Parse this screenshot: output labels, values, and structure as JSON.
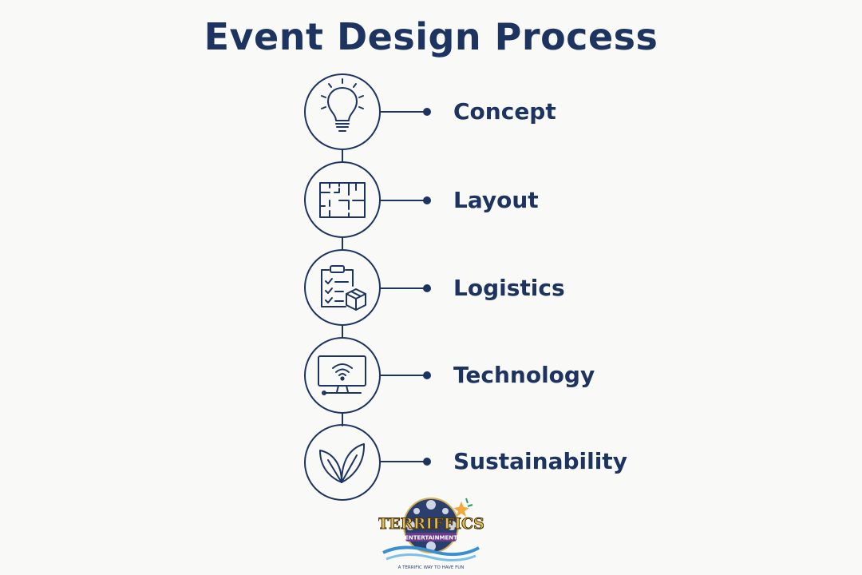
{
  "title": "Event Design Process",
  "colors": {
    "navy": "#1d3461",
    "background": "#f9f9f8"
  },
  "steps": [
    {
      "label": "Concept",
      "icon": "lightbulb-icon"
    },
    {
      "label": "Layout",
      "icon": "floor-plan-icon"
    },
    {
      "label": "Logistics",
      "icon": "clipboard-box-icon"
    },
    {
      "label": "Technology",
      "icon": "monitor-wifi-icon"
    },
    {
      "label": "Sustainability",
      "icon": "leaves-icon"
    }
  ],
  "logo": {
    "name": "TERRIFFICS",
    "sub": "ENTERTAINMENT",
    "tagline": "A TERRIFIC WAY TO HAVE FUN"
  }
}
